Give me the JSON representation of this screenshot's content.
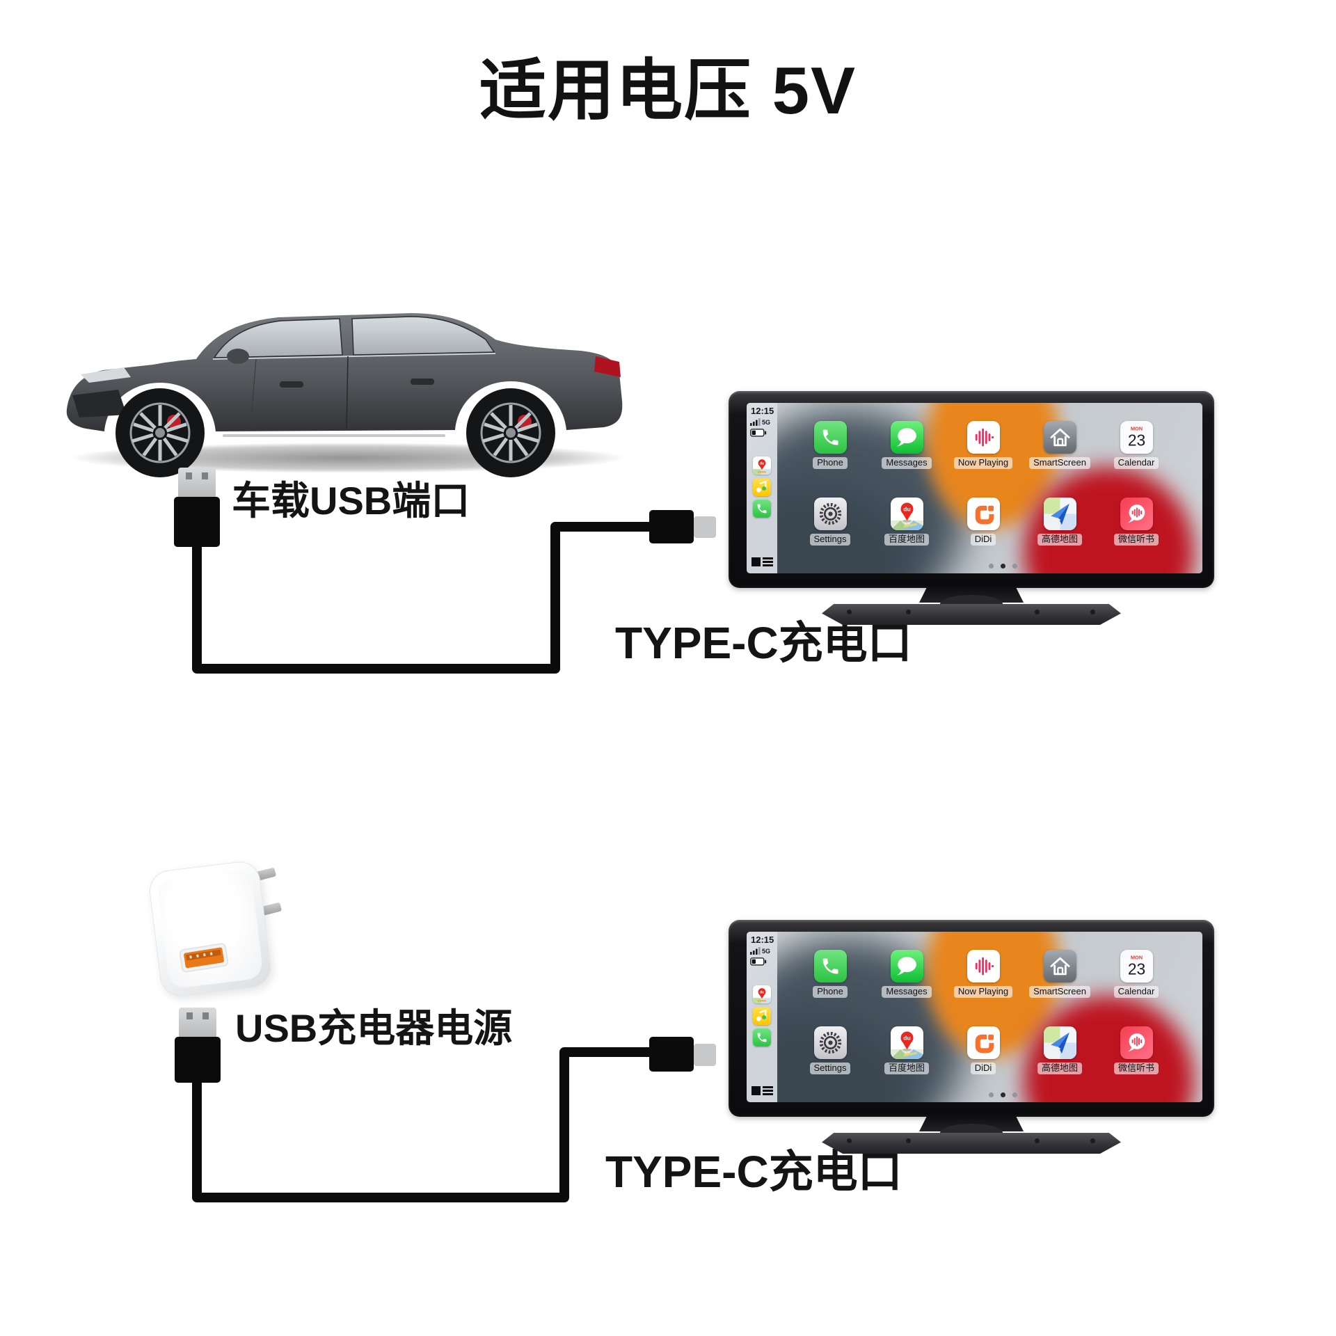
{
  "title": "适用电压 5V",
  "sections": {
    "top": {
      "source_label": "车载USB端口",
      "connector_label": "TYPE-C充电口"
    },
    "bottom": {
      "source_label": "USB充电器电源",
      "connector_label": "TYPE-C充电口"
    }
  },
  "display": {
    "status": {
      "time": "12:15",
      "network": "5G",
      "signal_bars": 4,
      "battery_fill": 0.35
    },
    "sidebar_icons": [
      {
        "name": "baidu-maps-mini",
        "badge": "du"
      },
      {
        "name": "qq-music-mini"
      },
      {
        "name": "phone-mini"
      }
    ],
    "apps": [
      {
        "name": "phone",
        "label": "Phone"
      },
      {
        "name": "messages",
        "label": "Messages"
      },
      {
        "name": "now-playing",
        "label": "Now Playing"
      },
      {
        "name": "smartscreen",
        "label": "SmartScreen"
      },
      {
        "name": "calendar",
        "label": "Calendar",
        "weekday": "MON",
        "day": "23"
      },
      {
        "name": "settings",
        "label": "Settings"
      },
      {
        "name": "baidu-maps",
        "label": "百度地图",
        "badge": "du"
      },
      {
        "name": "didi",
        "label": "DiDi"
      },
      {
        "name": "amap",
        "label": "高德地图"
      },
      {
        "name": "wechat-listen",
        "label": "微信听书"
      }
    ],
    "page_dots": {
      "count": 3,
      "active": 1
    }
  },
  "colors": {
    "accent_green": "#3ecb50",
    "wallpaper_orange": "#e8851c",
    "wallpaper_red": "#bd1420",
    "wallpaper_slate": "#47545f",
    "didi_orange": "#f7712e",
    "baidu_red": "#e8281e",
    "wechat_listen_pink": "#fb4a60",
    "cable_black": "#0b0b0c",
    "charger_port_orange": "#e87818"
  }
}
